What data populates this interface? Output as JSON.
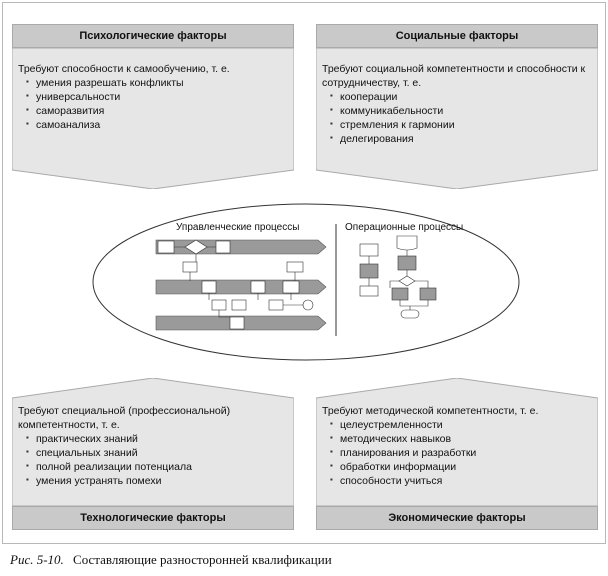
{
  "panels": {
    "psych": {
      "title": "Психологические факторы",
      "lead": "Требуют способности к самообучению, т. е.",
      "items": [
        "умения разрешать конфликты",
        "универсальности",
        "саморазвития",
        "самоанализа"
      ]
    },
    "social": {
      "title": "Социальные факторы",
      "lead": "Требуют социальной компетентности и способности к сотрудничеству, т. е.",
      "items": [
        "кооперации",
        "коммуникабельности",
        "стремления к гармонии",
        "делегирования"
      ]
    },
    "tech": {
      "title": "Технологические факторы",
      "lead": "Требуют специальной (профессиональной) компетентности, т. е.",
      "items": [
        "практических знаний",
        "специальных знаний",
        "полной реализации потенциала",
        "умения устранять помехи"
      ]
    },
    "econ": {
      "title": "Экономические факторы",
      "lead": "Требуют методической компетентности, т. е.",
      "items": [
        "целеустремленности",
        "методических навыков",
        "планирования и разработки",
        "обработки информации",
        "способности учиться"
      ]
    }
  },
  "center": {
    "left_title": "Управленческие процессы",
    "right_title": "Операционные процессы"
  },
  "caption": {
    "fig": "Рис. 5-10.",
    "text": "Составляющие разносторонней квалификации"
  }
}
